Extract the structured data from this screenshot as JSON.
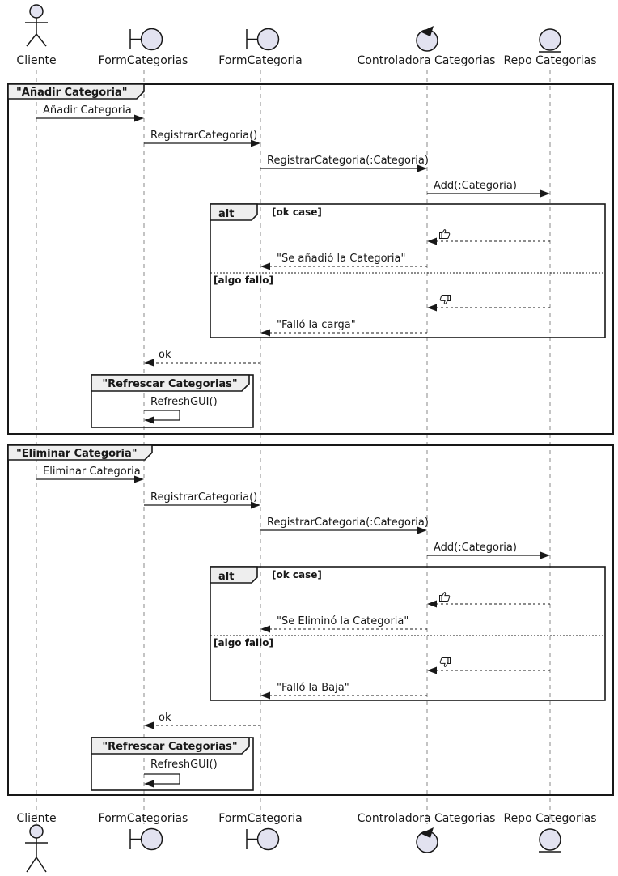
{
  "participants": [
    {
      "name": "Cliente",
      "type": "actor"
    },
    {
      "name": "FormCategorias",
      "type": "boundary"
    },
    {
      "name": "FormCategoria",
      "type": "boundary"
    },
    {
      "name": "Controladora Categorias",
      "type": "control"
    },
    {
      "name": "Repo Categorias",
      "type": "entity"
    }
  ],
  "frames": {
    "anadir": {
      "title": "\"Añadir Categoria\"",
      "msg_cliente": "Añadir Categoria",
      "msg_registrar": "RegistrarCategoria()",
      "msg_registrar_param": "RegistrarCategoria(:Categoria)",
      "msg_add": "Add(:Categoria)",
      "alt_label": "alt",
      "guard_ok": "[ok case]",
      "guard_fail": "[algo fallo]",
      "reply_ok": "\"Se añadió la Categoria\"",
      "reply_fail": "\"Falló la carga\"",
      "msg_ok": "ok",
      "refresh_title": "\"Refrescar Categorias\"",
      "refresh_msg": "RefreshGUI()"
    },
    "eliminar": {
      "title": "\"Eliminar Categoria\"",
      "msg_cliente": "Eliminar Categoria",
      "msg_registrar": "RegistrarCategoria()",
      "msg_registrar_param": "RegistrarCategoria(:Categoria)",
      "msg_add": "Add(:Categoria)",
      "alt_label": "alt",
      "guard_ok": "[ok case]",
      "guard_fail": "[algo fallo]",
      "reply_ok": "\"Se Eliminó la Categoria\"",
      "reply_fail": "\"Falló la Baja\"",
      "msg_ok": "ok",
      "refresh_title": "\"Refrescar Categorias\"",
      "refresh_msg": "RefreshGUI()"
    }
  },
  "icons": {
    "thumbs_up": "thumbs-up",
    "thumbs_down": "thumbs-down"
  },
  "colors": {
    "participant_fill": "#E2E2F0",
    "stroke": "#181818",
    "tab_fill": "#EEEEEE",
    "lifeline": "#888888"
  }
}
